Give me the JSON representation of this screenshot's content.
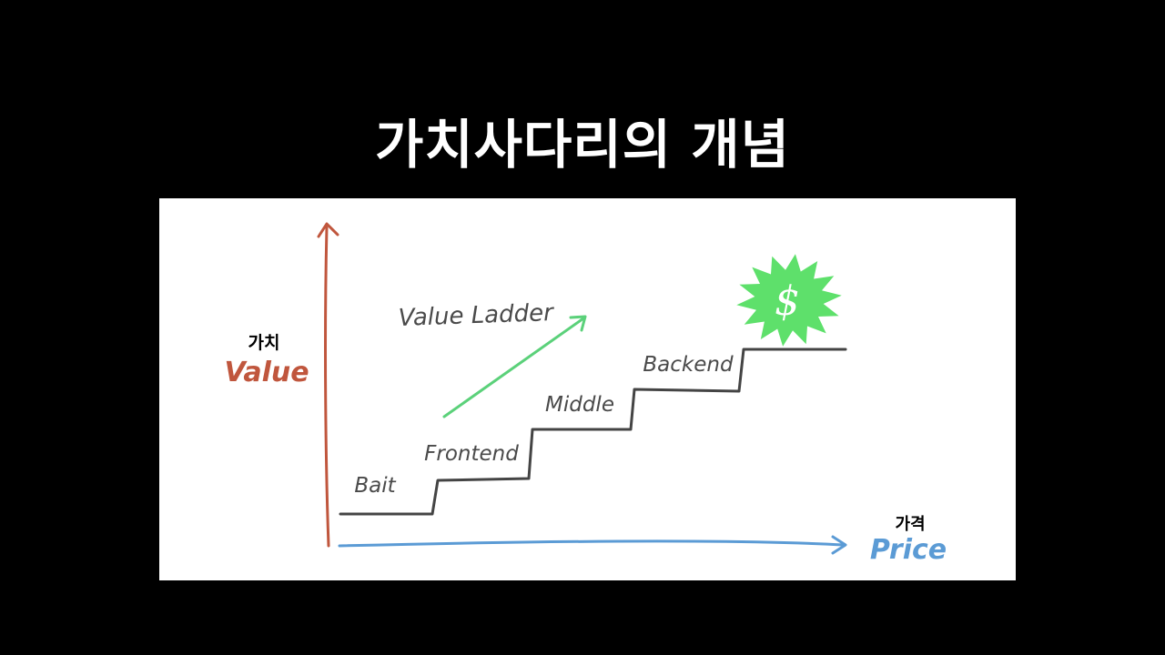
{
  "title": "가치사다리의 개념",
  "y_axis": {
    "label_ko": "가치",
    "label_en": "Value"
  },
  "x_axis": {
    "label_ko": "가격",
    "label_en": "Price"
  },
  "arrow_label": "Value Ladder",
  "steps": [
    {
      "label": "Bait"
    },
    {
      "label": "Frontend"
    },
    {
      "label": "Middle"
    },
    {
      "label": "Backend"
    }
  ],
  "badge_symbol": "$",
  "colors": {
    "background": "#000000",
    "panel": "#ffffff",
    "value_axis": "#c0563d",
    "price_axis": "#5b9bd5",
    "ladder_arrow": "#5bd17a",
    "stairs": "#444444",
    "badge": "#5ee06b",
    "label_text": "#4a4a4a"
  },
  "icons": {
    "badge": "starburst-dollar-icon"
  }
}
